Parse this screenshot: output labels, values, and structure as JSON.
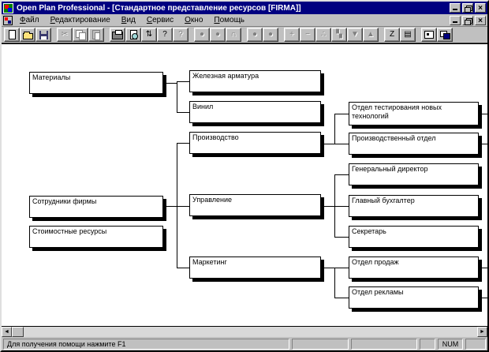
{
  "window": {
    "title": "Open Plan Professional - [Стандартное представление ресурсов [FIRMA]]"
  },
  "menu": {
    "items": [
      "Файл",
      "Редактирование",
      "Вид",
      "Сервис",
      "Окно",
      "Помощь"
    ]
  },
  "toolbar": {
    "buttons": [
      {
        "name": "new",
        "glyph": "",
        "disabled": false
      },
      {
        "name": "open",
        "glyph": "",
        "disabled": false
      },
      {
        "name": "save",
        "glyph": "",
        "disabled": false
      },
      {
        "name": "cut",
        "glyph": "✂",
        "disabled": true
      },
      {
        "name": "copy",
        "glyph": "",
        "disabled": true
      },
      {
        "name": "paste",
        "glyph": "",
        "disabled": true
      },
      {
        "name": "print",
        "glyph": "",
        "disabled": false
      },
      {
        "name": "print-preview",
        "glyph": "",
        "disabled": false
      },
      {
        "name": "update",
        "glyph": "⇅",
        "disabled": false
      },
      {
        "name": "help",
        "glyph": "?",
        "disabled": false
      },
      {
        "name": "context-help",
        "glyph": "?",
        "disabled": true
      },
      {
        "name": "node-circle",
        "glyph": "●",
        "disabled": true
      },
      {
        "name": "node-circle-query",
        "glyph": "●",
        "disabled": true
      },
      {
        "name": "node-arch",
        "glyph": "∩",
        "disabled": true
      },
      {
        "name": "node-circle-2",
        "glyph": "●",
        "disabled": true
      },
      {
        "name": "node-circle-3",
        "glyph": "●",
        "disabled": true
      },
      {
        "name": "add",
        "glyph": "+",
        "disabled": true
      },
      {
        "name": "remove",
        "glyph": "−",
        "disabled": true
      },
      {
        "name": "scatter",
        "glyph": "∴",
        "disabled": true
      },
      {
        "name": "levels",
        "glyph": "▚",
        "disabled": true
      },
      {
        "name": "move-down",
        "glyph": "▼",
        "disabled": true
      },
      {
        "name": "move-up",
        "glyph": "▲",
        "disabled": true
      },
      {
        "name": "zigzag",
        "glyph": "Z",
        "disabled": false
      },
      {
        "name": "notes",
        "glyph": "▤",
        "disabled": false
      },
      {
        "name": "window-split",
        "glyph": "",
        "disabled": false
      },
      {
        "name": "window-arrange",
        "glyph": "",
        "disabled": false
      }
    ]
  },
  "tree": {
    "nodes": [
      {
        "label": "Материалы"
      },
      {
        "label": "Сотрудники фирмы"
      },
      {
        "label": "Стоимостные ресурсы"
      },
      {
        "label": "Железная арматура"
      },
      {
        "label": "Винил"
      },
      {
        "label": "Производство"
      },
      {
        "label": "Управление"
      },
      {
        "label": "Маркетинг"
      },
      {
        "label": "Отдел тестирования новых технологий"
      },
      {
        "label": "Производственный отдел"
      },
      {
        "label": "Генеральный директор"
      },
      {
        "label": "Главный бухгалтер"
      },
      {
        "label": "Секретарь"
      },
      {
        "label": "Отдел продаж"
      },
      {
        "label": "Отдел рекламы"
      }
    ],
    "edges": [
      {
        "parent": "Материалы",
        "children": [
          "Железная арматура",
          "Винил"
        ]
      },
      {
        "parent": "Сотрудники фирмы",
        "children": [
          "Производство",
          "Управление",
          "Маркетинг"
        ]
      },
      {
        "parent": "Производство",
        "children": [
          "Отдел тестирования новых технологий",
          "Производственный отдел"
        ]
      },
      {
        "parent": "Управление",
        "children": [
          "Генеральный директор",
          "Главный бухгалтер",
          "Секретарь"
        ]
      },
      {
        "parent": "Маркетинг",
        "children": [
          "Отдел продаж",
          "Отдел рекламы"
        ]
      }
    ]
  },
  "scrollbar": {
    "left_arrow": "◄",
    "right_arrow": "►"
  },
  "statusbar": {
    "message": "Для получения помощи нажмите F1",
    "indicator": "NUM"
  },
  "colors": {
    "titlebar": "#000080",
    "chrome": "#c0c0c0",
    "canvas": "#ffffff"
  }
}
